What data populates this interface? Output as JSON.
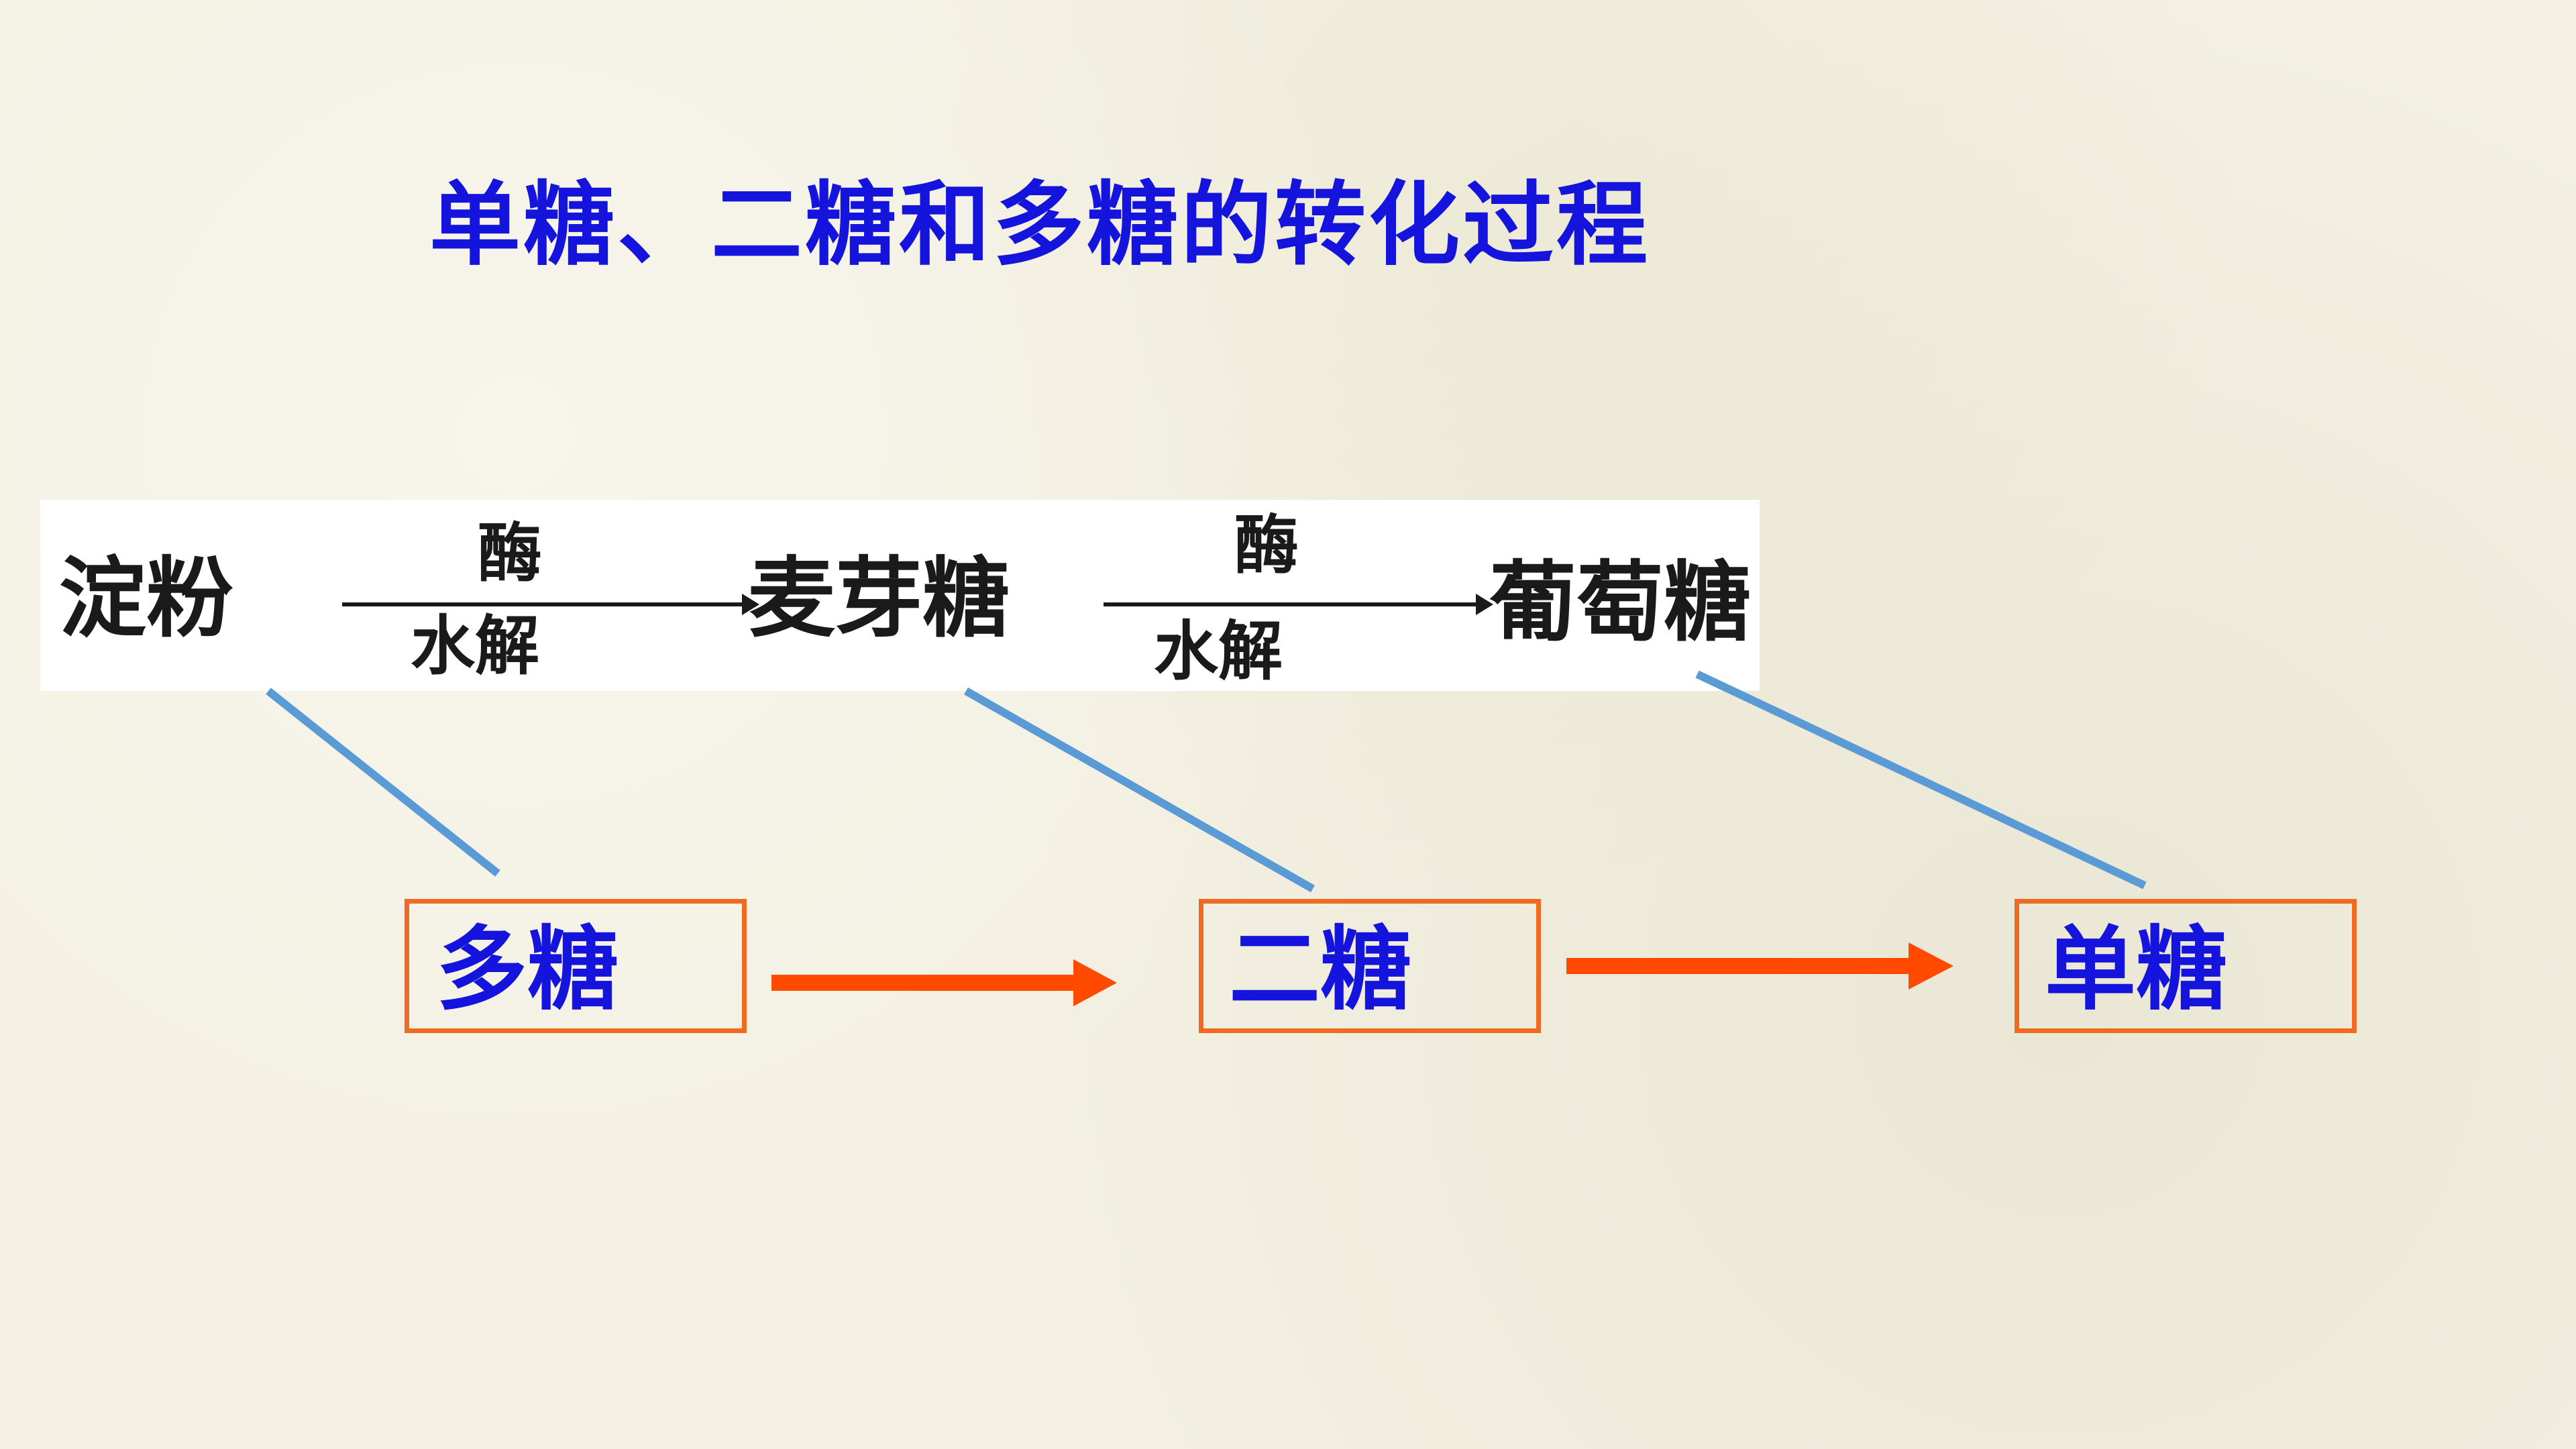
{
  "title": "单糖、二糖和多糖的转化过程",
  "colors": {
    "text_blue": "#1414dc",
    "box_border": "#f06a22",
    "arrow_orange": "#ff4a00",
    "connector_blue": "#5b9bd5",
    "background": "#f3f0e2"
  },
  "reaction": {
    "starch": "淀粉",
    "maltose": "麦芽糖",
    "glucose": "葡萄糖",
    "step1": {
      "above": "酶",
      "below": "水解"
    },
    "step2": {
      "above": "酶",
      "below": "水解"
    }
  },
  "categories": [
    {
      "label": "多糖"
    },
    {
      "label": "二糖"
    },
    {
      "label": "单糖"
    }
  ]
}
